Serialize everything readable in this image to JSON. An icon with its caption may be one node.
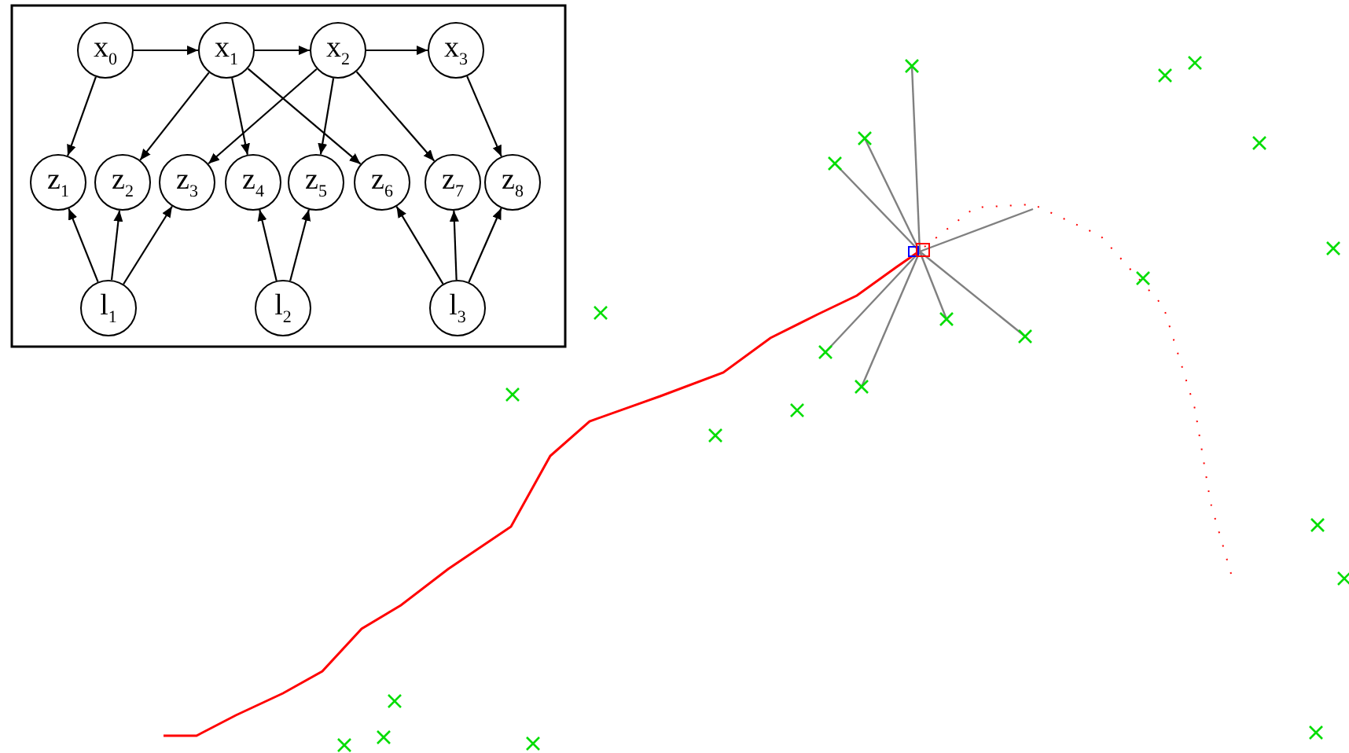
{
  "diagram": {
    "nodes": [
      {
        "text": [
          "x$_{0}$"
        ]
      },
      {
        "text": [
          "x$_{1}$"
        ]
      },
      {
        "text": [
          "x$_{2}$"
        ]
      },
      {
        "text": [
          "x$_{3}$"
        ]
      },
      {
        "text": [
          "z$_{1}$"
        ]
      },
      {
        "text": [
          "z$_{2}$"
        ]
      },
      {
        "text": [
          "z$_{3}$"
        ]
      },
      {
        "text": [
          "z$_{4}$"
        ]
      },
      {
        "text": [
          "z$_{5}$"
        ]
      },
      {
        "text": [
          "z$_{6}$"
        ]
      },
      {
        "text": [
          "z$_{7}$"
        ]
      },
      {
        "text": [
          "z$_{8}$"
        ]
      },
      {
        "text": [
          "l$_{1}$"
        ]
      },
      {
        "text": [
          "l$_{2}$"
        ]
      },
      {
        "text": [
          "l$_{3}$"
        ]
      }
    ],
    "edges": [
      {
        "from": 0,
        "to": 1,
        "arrow": "to"
      },
      {
        "from": 1,
        "to": 2,
        "arrow": "to"
      },
      {
        "from": 2,
        "to": 3,
        "arrow": "to"
      },
      {
        "from": 0,
        "to": 4,
        "arrow": "to"
      },
      {
        "from": 1,
        "to": 5,
        "arrow": "to"
      },
      {
        "from": 1,
        "to": 7,
        "arrow": "to"
      },
      {
        "from": 1,
        "to": 9,
        "arrow": "to"
      },
      {
        "from": 2,
        "to": 6,
        "arrow": "to"
      },
      {
        "from": 2,
        "to": 8,
        "arrow": "to"
      },
      {
        "from": 2,
        "to": 10,
        "arrow": "to"
      },
      {
        "from": 3,
        "to": 11,
        "arrow": "to"
      },
      {
        "from": 12,
        "to": 4,
        "arrow": "to"
      },
      {
        "from": 12,
        "to": 5,
        "arrow": "to"
      },
      {
        "from": 12,
        "to": 6,
        "arrow": "to"
      },
      {
        "from": 13,
        "to": 7,
        "arrow": "to"
      },
      {
        "from": 13,
        "to": 8,
        "arrow": "to"
      },
      {
        "from": 14,
        "to": 9,
        "arrow": "to"
      },
      {
        "from": 14,
        "to": 10,
        "arrow": "to"
      },
      {
        "from": 14,
        "to": 11,
        "arrow": "to"
      }
    ]
  }
}
